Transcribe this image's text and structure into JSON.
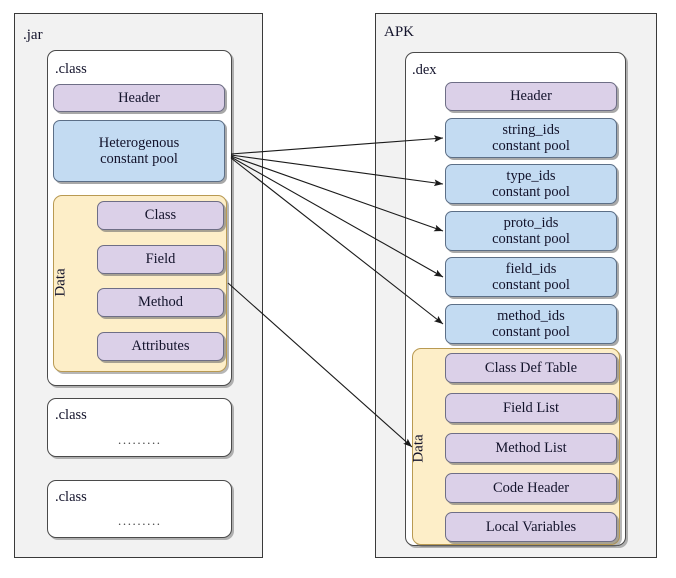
{
  "diagram": {
    "title_left": ".jar",
    "title_right": "APK",
    "left": {
      "container_label": ".jar",
      "primary_class": {
        "label": ".class",
        "header": "Header",
        "constant_pool_line1": "Heterogenous",
        "constant_pool_line2": "constant pool",
        "data_label": "Data",
        "data_items": [
          "Class",
          "Field",
          "Method",
          "Attributes"
        ]
      },
      "other_classes": [
        {
          "label": ".class",
          "dots": "........."
        },
        {
          "label": ".class",
          "dots": "........."
        }
      ]
    },
    "right": {
      "container_label": "APK",
      "dex": {
        "label": ".dex",
        "header": "Header",
        "pools": [
          {
            "line1": "string_ids",
            "line2": "constant pool"
          },
          {
            "line1": "type_ids",
            "line2": "constant pool"
          },
          {
            "line1": "proto_ids",
            "line2": "constant pool"
          },
          {
            "line1": "field_ids",
            "line2": "constant pool"
          },
          {
            "line1": "method_ids",
            "line2": "constant pool"
          }
        ],
        "data_label": "Data",
        "data_items": [
          "Class Def Table",
          "Field List",
          "Method List",
          "Code Header",
          "Local Variables"
        ]
      }
    },
    "colors": {
      "purple_chip": "#dbd0e8",
      "blue_chip": "#c3dbf2",
      "data_region": "#fdeec8",
      "container_bg": "#f2f2f2",
      "arrow": "#1a1a1a"
    }
  }
}
